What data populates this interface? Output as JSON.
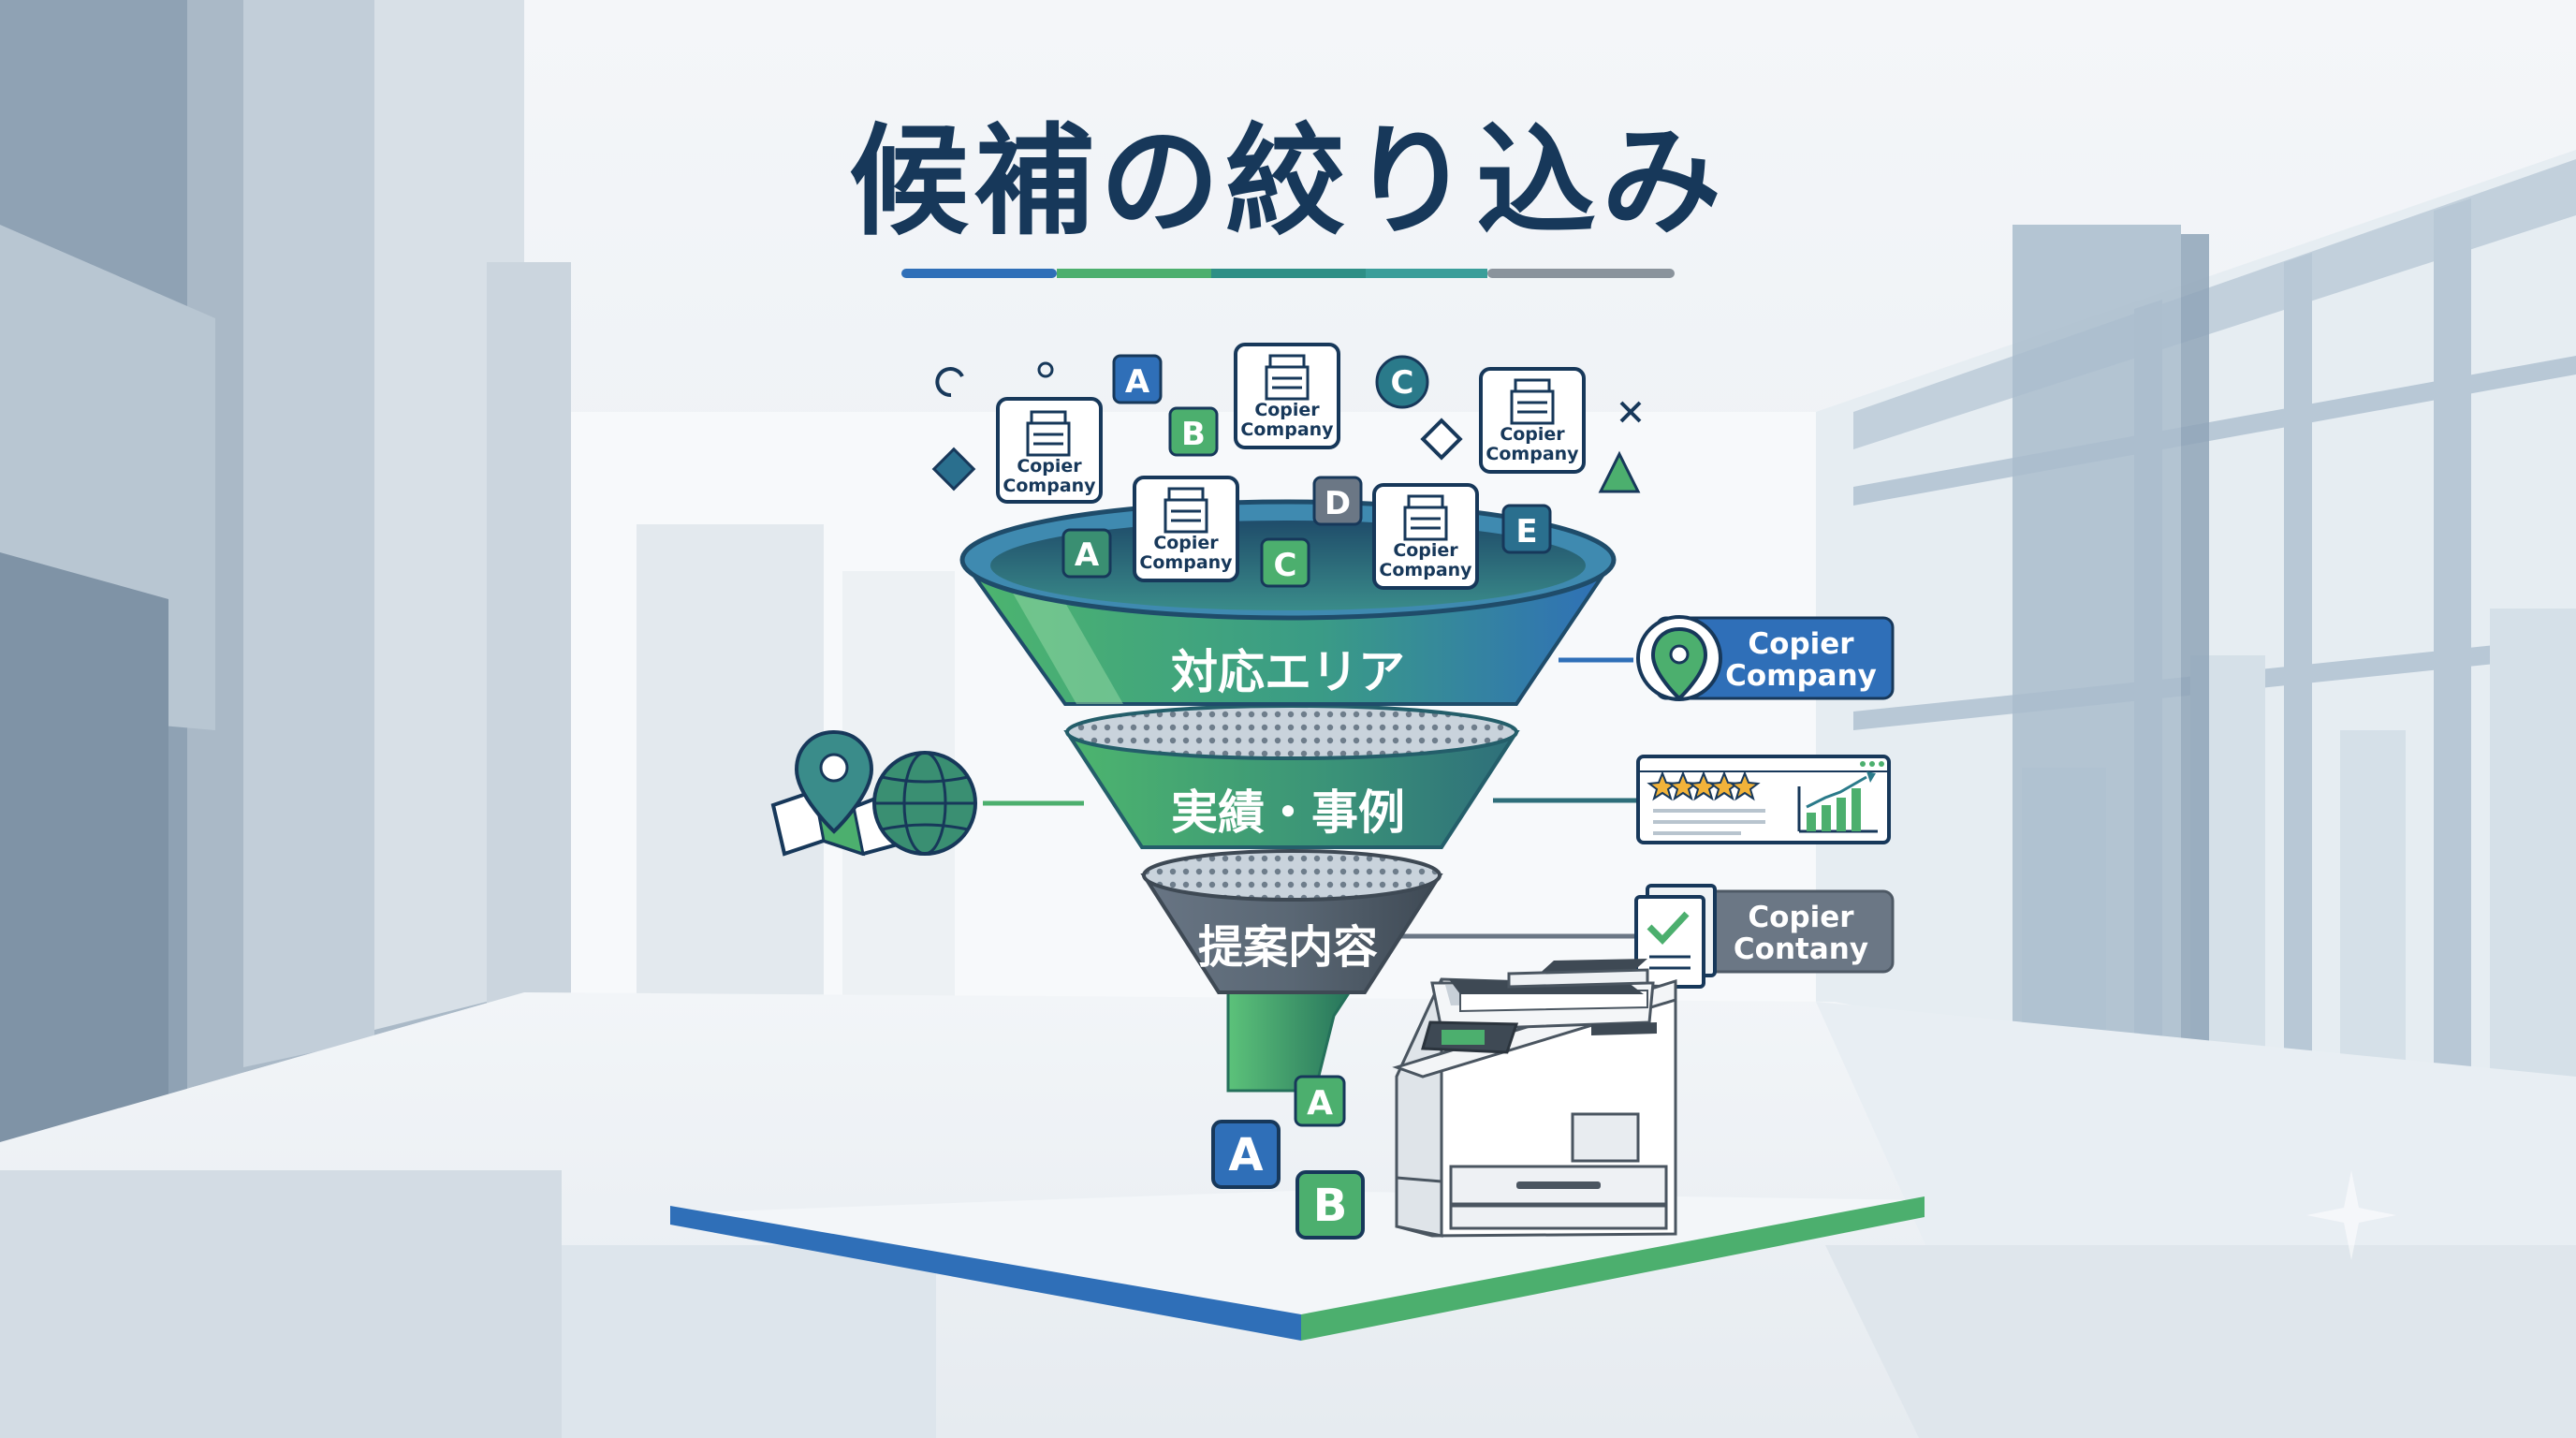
{
  "title": "候補の絞り込み",
  "colors": {
    "navy": "#17385a",
    "green": "#4caf6e",
    "blue": "#2f6fb8",
    "teal": "#2a7a8a",
    "gray": "#6b7785"
  },
  "funnel": {
    "stage1": "対応エリア",
    "stage2": "実績・事例",
    "stage3": "提案内容"
  },
  "cards": {
    "c1": [
      "Copier",
      "Company"
    ],
    "c2": [
      "Copier",
      "Company"
    ],
    "c3": [
      "Copier",
      "Company"
    ],
    "c4": [
      "Copier",
      "Company"
    ],
    "c5": [
      "Copier",
      "Company"
    ]
  },
  "tiles": {
    "t_a1": "A",
    "t_b1": "B",
    "t_c1": "C",
    "t_a2": "A",
    "t_c2": "C",
    "t_d": "D",
    "t_e": "E",
    "t_a3": "A",
    "t_a4": "A",
    "t_b2": "B"
  },
  "callouts": {
    "location": [
      "Copier",
      "Company"
    ],
    "proposal": [
      "Copier",
      "Contany"
    ]
  }
}
